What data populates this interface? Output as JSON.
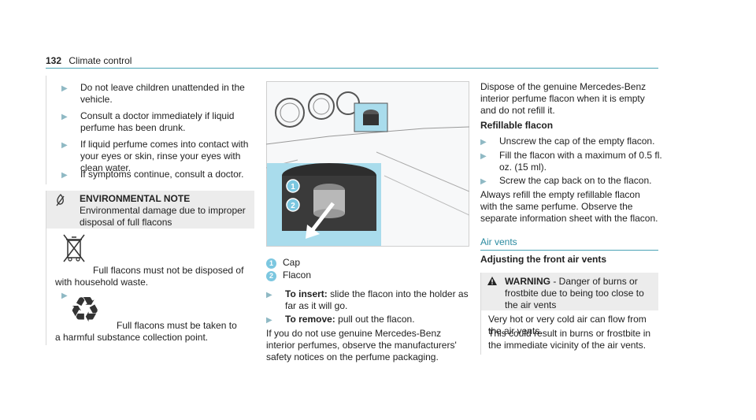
{
  "header": {
    "page_number": "132",
    "section": "Climate control"
  },
  "col1": {
    "bullets": [
      "Do not leave children unattended in the vehicle.",
      "Consult a doctor immediately if liquid perfume has been drunk.",
      "If liquid perfume comes into contact with your eyes or skin, rinse your eyes with clean water.",
      "If symptoms continue, consult a doctor."
    ],
    "env_title": "ENVIRONMENTAL NOTE",
    "env_text": "Environmental damage due to improper disposal of full flacons",
    "disposal_text": "Full flacons must not be disposed of with household waste.",
    "recycle_text": "Full flacons must be taken to a harmful substance collection point."
  },
  "col2": {
    "callouts": [
      {
        "num": "1",
        "label": "Cap"
      },
      {
        "num": "2",
        "label": "Flacon"
      }
    ],
    "insert_label": "To insert:",
    "insert_text": "slide the flacon into the holder as far as it will go.",
    "remove_label": "To remove:",
    "remove_text": "pull out the flacon.",
    "para": "If you do not use genuine Mercedes-Benz interior perfumes, observe the manufacturers' safety notices on the perfume packaging."
  },
  "col3": {
    "dispose_para": "Dispose of the genuine Mercedes-Benz interior perfume flacon when it is empty and do not refill it.",
    "refill_heading": "Refillable flacon",
    "steps": [
      "Unscrew the cap of the empty flacon.",
      "Fill the flacon with a maximum of 0.5 fl. oz. (15 ml).",
      "Screw the cap back on to the flacon."
    ],
    "always_para": "Always refill the empty refillable flacon with the same perfume. Observe the separate information sheet with the flacon.",
    "air_vents_heading": "Air vents",
    "adjust_heading": "Adjusting the front air vents",
    "warning_title": "WARNING",
    "warning_sub": "- Danger of burns or frostbite due to being too close to the air vents",
    "warning_p1": "Very hot or very cold air can flow from the air vents.",
    "warning_p2": "This could result in burns or frostbite in the immediate vicinity of the air vents."
  },
  "colors": {
    "accent": "#4aa3b5",
    "callout": "#7cc7e0",
    "bullet_arrow": "#8fb9c4"
  }
}
